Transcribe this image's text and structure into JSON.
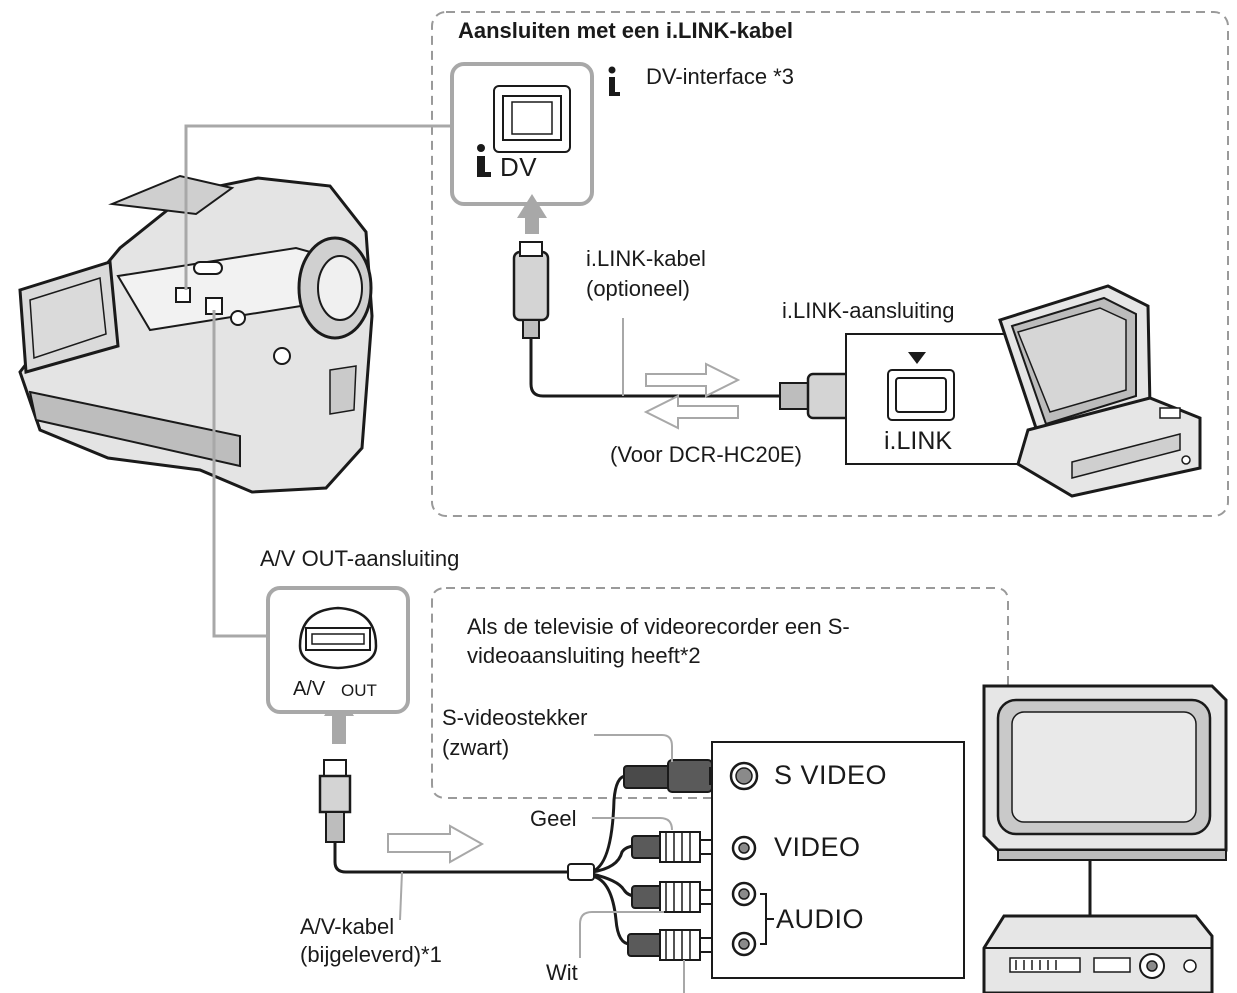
{
  "ilink_section": {
    "title": "Aansluiten met een i.LINK-kabel",
    "dv_interface": "DV-interface *3",
    "port_label": "DV",
    "cable_line1": "i.LINK-kabel",
    "cable_line2": "(optioneel)",
    "jack_label": "i.LINK-aansluiting",
    "model_note": "(Voor DCR-HC20E)",
    "device_port_label": "i.LINK"
  },
  "av_section": {
    "jack_label": "A/V OUT-aansluiting",
    "port_label_av": "A/V",
    "port_label_out": "OUT",
    "svideo_note_line1": "Als de televisie of videorecorder een S-",
    "svideo_note_line2": "videoaansluiting heeft*2",
    "svideo_plug_line1": "S-videostekker",
    "svideo_plug_line2": "(zwart)",
    "yellow": "Geel",
    "white": "Wit",
    "cable_line1": "A/V-kabel",
    "cable_line2": "(bijgeleverd)*1",
    "inputs": {
      "svideo": "S VIDEO",
      "video": "VIDEO",
      "audio": "AUDIO"
    }
  }
}
